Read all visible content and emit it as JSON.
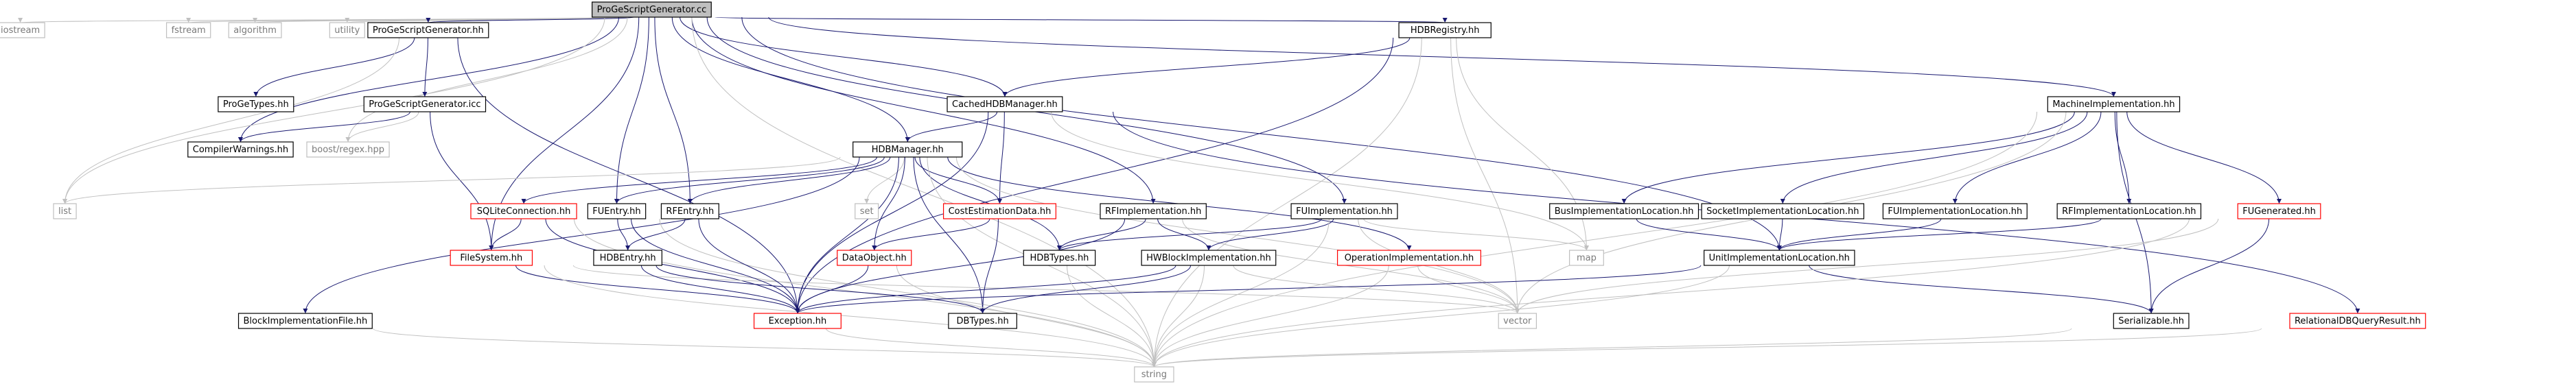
{
  "title": "ProGeScriptGenerator.cc",
  "nodes": {
    "root": "ProGeScriptGenerator.cc",
    "iostream": "iostream",
    "fstream": "fstream",
    "algorithm": "algorithm",
    "utility": "utility",
    "progesg_hh": "ProGeScriptGenerator.hh",
    "progetypes": "ProGeTypes.hh",
    "progesg_icc": "ProGeScriptGenerator.icc",
    "compilerwarnings": "CompilerWarnings.hh",
    "boostregex": "boost/regex.hpp",
    "list": "list",
    "cachedhdb": "CachedHDBManager.hh",
    "hdbregistry": "HDBRegistry.hh",
    "hdbmanager": "HDBManager.hh",
    "sqlite": "SQLiteConnection.hh",
    "filesystem": "FileSystem.hh",
    "blockimpl": "BlockImplementationFile.hh",
    "fuentry": "FUEntry.hh",
    "hdbentry": "HDBEntry.hh",
    "rfentry": "RFEntry.hh",
    "set": "set",
    "costest": "CostEstimationData.hh",
    "dataobject": "DataObject.hh",
    "exception": "Exception.hh",
    "dbtypes": "DBTypes.hh",
    "string": "string",
    "rfimpl": "RFImplementation.hh",
    "hdbtypes": "HDBTypes.hh",
    "hwblock": "HWBlockImplementation.hh",
    "fuimpl": "FUImplementation.hh",
    "opimpl": "OperationImplementation.hh",
    "map": "map",
    "vector": "vector",
    "machineimpl": "MachineImplementation.hh",
    "busimplloc": "BusImplementationLocation.hh",
    "socketimplloc": "SocketImplementationLocation.hh",
    "fuimplloc": "FUImplementationLocation.hh",
    "rfimplloc": "RFImplementationLocation.hh",
    "fugenerated": "FUGenerated.hh",
    "unitimplloc": "UnitImplementationLocation.hh",
    "serializable": "Serializable.hh",
    "relationaldb": "RelationalDBQueryResult.hh"
  },
  "node_styles": {
    "root": "root",
    "iostream": "grey",
    "fstream": "grey",
    "algorithm": "grey",
    "utility": "grey",
    "boostregex": "grey",
    "list": "grey",
    "set": "grey",
    "string": "grey",
    "map": "grey",
    "vector": "grey",
    "sqlite": "red",
    "filesystem": "red",
    "costest": "red",
    "dataobject": "red",
    "exception": "red",
    "opimpl": "red",
    "fugenerated": "red",
    "relationaldb": "red"
  },
  "edges": [
    [
      "root",
      "iostream"
    ],
    [
      "root",
      "fstream"
    ],
    [
      "root",
      "algorithm"
    ],
    [
      "root",
      "utility"
    ],
    [
      "root",
      "progesg_hh"
    ],
    [
      "root",
      "compilerwarnings"
    ],
    [
      "root",
      "boostregex"
    ],
    [
      "root",
      "list"
    ],
    [
      "root",
      "cachedhdb"
    ],
    [
      "root",
      "hdbregistry"
    ],
    [
      "root",
      "hdbmanager"
    ],
    [
      "root",
      "filesystem"
    ],
    [
      "root",
      "fuentry"
    ],
    [
      "root",
      "rfentry"
    ],
    [
      "root",
      "rfimpl"
    ],
    [
      "root",
      "fuimpl"
    ],
    [
      "root",
      "machineimpl"
    ],
    [
      "root",
      "unitimplloc"
    ],
    [
      "root",
      "string"
    ],
    [
      "progesg_hh",
      "progetypes"
    ],
    [
      "progesg_hh",
      "progesg_icc"
    ],
    [
      "progesg_hh",
      "list"
    ],
    [
      "progesg_hh",
      "exception"
    ],
    [
      "progesg_icc",
      "compilerwarnings"
    ],
    [
      "progesg_icc",
      "boostregex"
    ],
    [
      "progesg_icc",
      "filesystem"
    ],
    [
      "hdbregistry",
      "cachedhdb"
    ],
    [
      "hdbregistry",
      "exception"
    ],
    [
      "hdbregistry",
      "map"
    ],
    [
      "hdbregistry",
      "vector"
    ],
    [
      "hdbregistry",
      "string"
    ],
    [
      "cachedhdb",
      "hdbmanager"
    ],
    [
      "cachedhdb",
      "costest"
    ],
    [
      "cachedhdb",
      "exception"
    ],
    [
      "cachedhdb",
      "map"
    ],
    [
      "cachedhdb",
      "relationaldb"
    ],
    [
      "hdbmanager",
      "list"
    ],
    [
      "hdbmanager",
      "sqlite"
    ],
    [
      "hdbmanager",
      "blockimpl"
    ],
    [
      "hdbmanager",
      "fuentry"
    ],
    [
      "hdbmanager",
      "rfentry"
    ],
    [
      "hdbmanager",
      "set"
    ],
    [
      "hdbmanager",
      "costest"
    ],
    [
      "hdbmanager",
      "dataobject"
    ],
    [
      "hdbmanager",
      "exception"
    ],
    [
      "hdbmanager",
      "dbtypes"
    ],
    [
      "hdbmanager",
      "hdbtypes"
    ],
    [
      "hdbmanager",
      "opimpl"
    ],
    [
      "hdbmanager",
      "vector"
    ],
    [
      "hdbmanager",
      "string"
    ],
    [
      "sqlite",
      "filesystem"
    ],
    [
      "sqlite",
      "exception"
    ],
    [
      "sqlite",
      "string"
    ],
    [
      "filesystem",
      "exception"
    ],
    [
      "filesystem",
      "string"
    ],
    [
      "filesystem",
      "vector"
    ],
    [
      "fuentry",
      "hdbentry"
    ],
    [
      "fuentry",
      "exception"
    ],
    [
      "fuentry",
      "string"
    ],
    [
      "rfentry",
      "hdbentry"
    ],
    [
      "rfentry",
      "exception"
    ],
    [
      "hdbentry",
      "exception"
    ],
    [
      "hdbentry",
      "dbtypes"
    ],
    [
      "blockimpl",
      "string"
    ],
    [
      "costest",
      "dataobject"
    ],
    [
      "costest",
      "dbtypes"
    ],
    [
      "dataobject",
      "exception"
    ],
    [
      "dataobject",
      "string"
    ],
    [
      "exception",
      "string"
    ],
    [
      "rfimpl",
      "hdbtypes"
    ],
    [
      "rfimpl",
      "hwblock"
    ],
    [
      "rfimpl",
      "exception"
    ],
    [
      "rfimpl",
      "vector"
    ],
    [
      "hwblock",
      "dbtypes"
    ],
    [
      "hwblock",
      "exception"
    ],
    [
      "hwblock",
      "vector"
    ],
    [
      "hwblock",
      "string"
    ],
    [
      "hdbtypes",
      "string"
    ],
    [
      "fuimpl",
      "hwblock"
    ],
    [
      "fuimpl",
      "hdbtypes"
    ],
    [
      "fuimpl",
      "map"
    ],
    [
      "fuimpl",
      "vector"
    ],
    [
      "fuimpl",
      "string"
    ],
    [
      "opimpl",
      "vector"
    ],
    [
      "opimpl",
      "string"
    ],
    [
      "machineimpl",
      "busimplloc"
    ],
    [
      "machineimpl",
      "socketimplloc"
    ],
    [
      "machineimpl",
      "fuimplloc"
    ],
    [
      "machineimpl",
      "rfimplloc"
    ],
    [
      "machineimpl",
      "fugenerated"
    ],
    [
      "machineimpl",
      "serializable"
    ],
    [
      "machineimpl",
      "vector"
    ],
    [
      "machineimpl",
      "string"
    ],
    [
      "busimplloc",
      "unitimplloc"
    ],
    [
      "socketimplloc",
      "unitimplloc"
    ],
    [
      "fuimplloc",
      "unitimplloc"
    ],
    [
      "rfimplloc",
      "unitimplloc"
    ],
    [
      "unitimplloc",
      "serializable"
    ],
    [
      "unitimplloc",
      "exception"
    ],
    [
      "unitimplloc",
      "string"
    ],
    [
      "fugenerated",
      "serializable"
    ],
    [
      "fugenerated",
      "vector"
    ],
    [
      "fugenerated",
      "string"
    ],
    [
      "relationaldb",
      "string"
    ],
    [
      "serializable",
      "string"
    ]
  ]
}
